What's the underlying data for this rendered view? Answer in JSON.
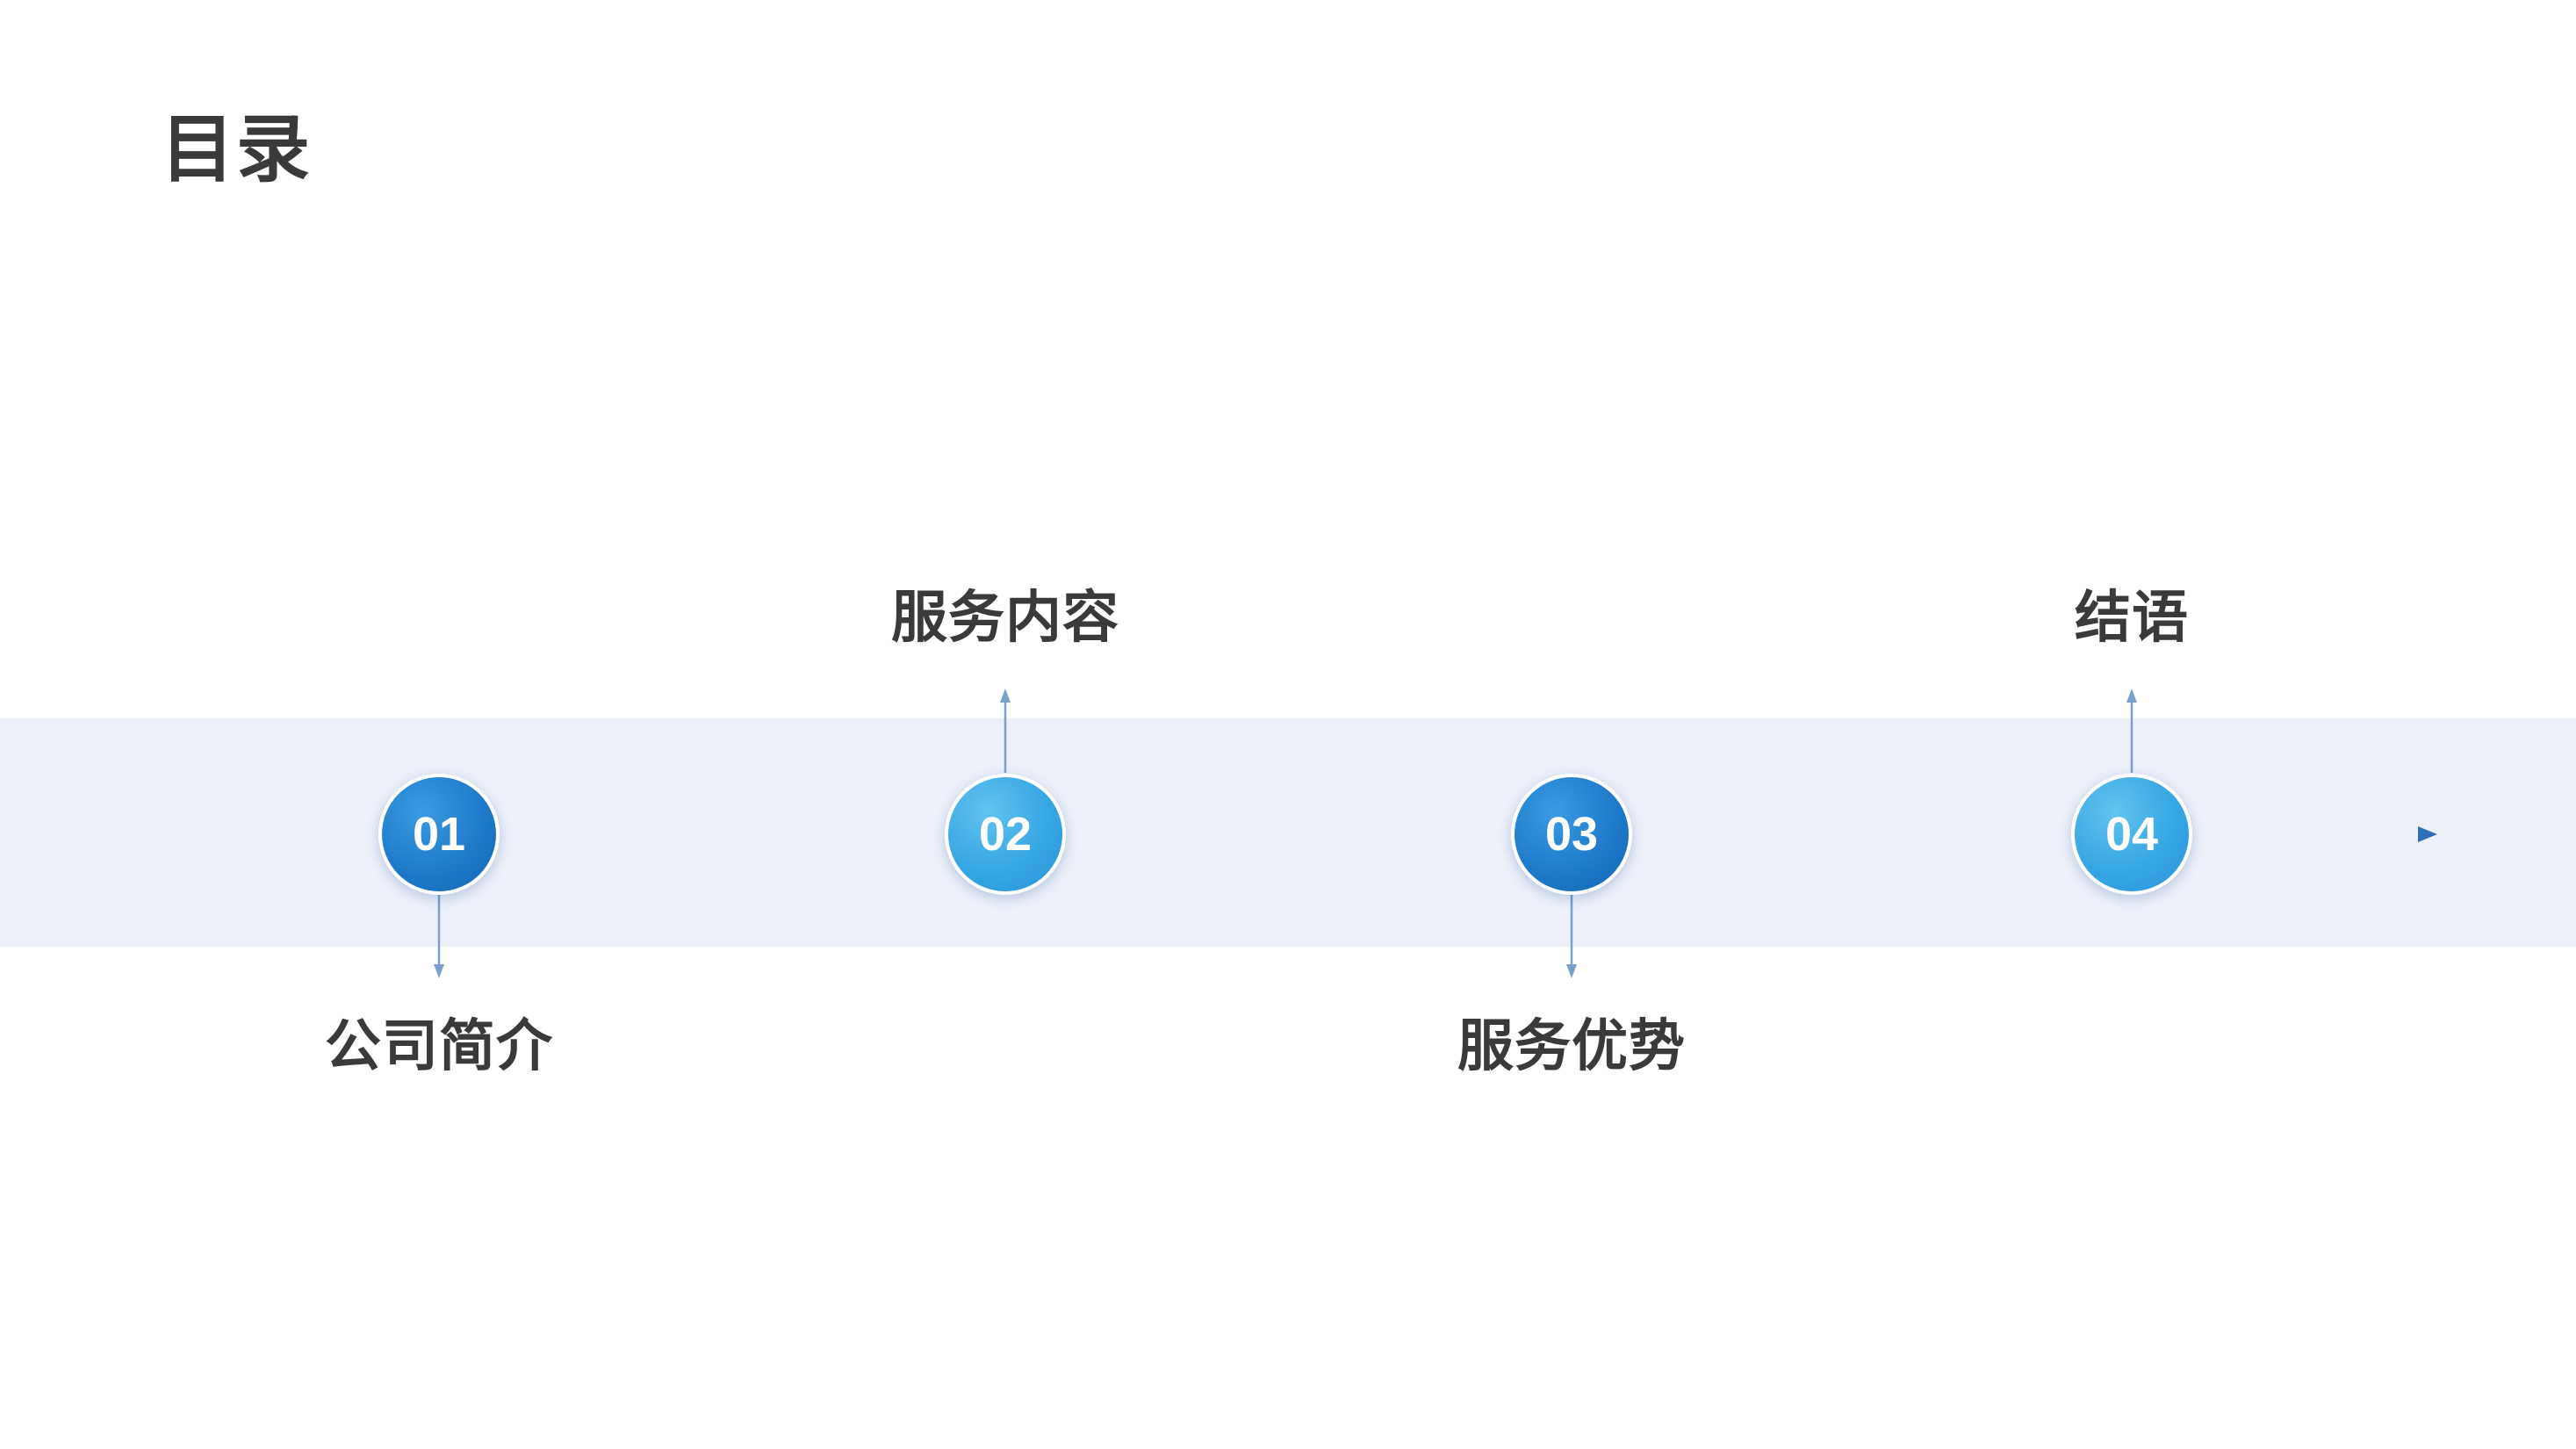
{
  "page": {
    "title": "目录"
  },
  "theme": {
    "band_color": "#edf0f9",
    "line_color": "#2e6fb5",
    "node_dark": "#1d78c8",
    "node_light": "#36a7e3",
    "text_color": "#3a3a3a"
  },
  "items": [
    {
      "number": "01",
      "label": "公司简介",
      "label_position": "below"
    },
    {
      "number": "02",
      "label": "服务内容",
      "label_position": "above"
    },
    {
      "number": "03",
      "label": "服务优势",
      "label_position": "below"
    },
    {
      "number": "04",
      "label": "结语",
      "label_position": "above"
    }
  ]
}
